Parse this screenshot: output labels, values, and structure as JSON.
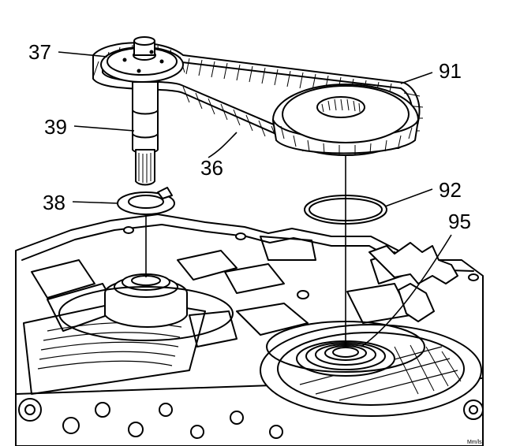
{
  "callouts": {
    "c37": "37",
    "c39": "39",
    "c38": "38",
    "c36": "36",
    "c91": "91",
    "c92": "92",
    "c95": "95"
  },
  "watermark_label": "Mm/ls",
  "colors": {
    "ink": "#000000",
    "paper": "#ffffff"
  }
}
